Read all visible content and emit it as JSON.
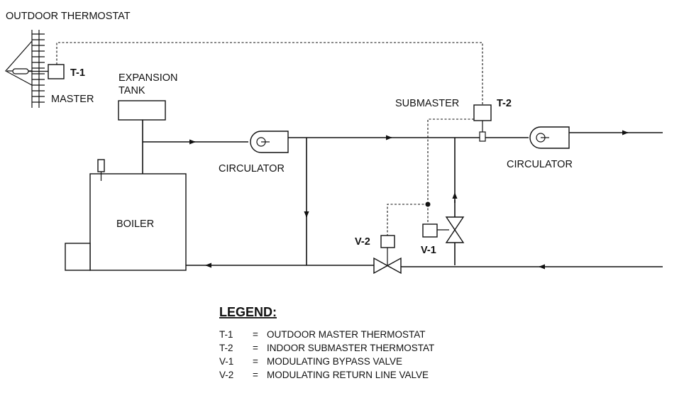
{
  "labels": {
    "outdoor_thermostat": "OUTDOOR THERMOSTAT",
    "t1": "T-1",
    "master": "MASTER",
    "expansion_tank_line1": "EXPANSION",
    "expansion_tank_line2": "TANK",
    "boiler": "BOILER",
    "circulator_left": "CIRCULATOR",
    "circulator_right": "CIRCULATOR",
    "submaster": "SUBMASTER",
    "t2": "T-2",
    "v1": "V-1",
    "v2": "V-2"
  },
  "legend": {
    "title": "LEGEND:",
    "items": [
      {
        "code": "T-1",
        "sep": "=",
        "desc": "OUTDOOR MASTER THERMOSTAT"
      },
      {
        "code": "T-2",
        "sep": "=",
        "desc": "INDOOR SUBMASTER THERMOSTAT"
      },
      {
        "code": "V-1",
        "sep": "=",
        "desc": "MODULATING BYPASS VALVE"
      },
      {
        "code": "V-2",
        "sep": "=",
        "desc": "MODULATING RETURN LINE VALVE"
      }
    ]
  }
}
